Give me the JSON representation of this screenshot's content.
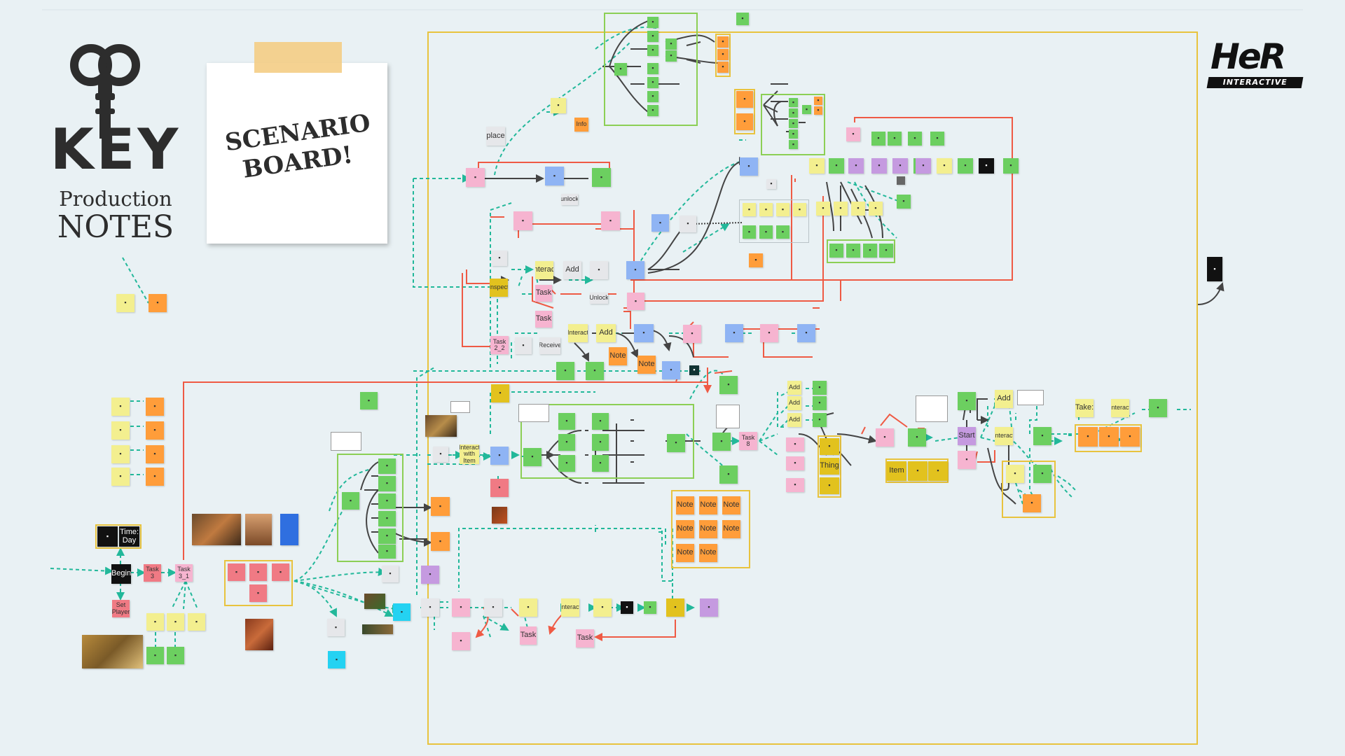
{
  "key_logo": {
    "title": "KEY",
    "line1": "Production",
    "line2": "NOTES"
  },
  "sticky_note": {
    "line1": "SCENARIO",
    "line2": "BOARD!"
  },
  "brand_logo": {
    "name": "HeR",
    "tagline": "INTERACTIVE"
  },
  "colors": {
    "background": "#e9f1f4",
    "frame": "#e8c33e",
    "dashed_connector": "#22b89a",
    "red_connector": "#ef5a44",
    "solid_connector": "#444444",
    "node_yellow": "#f3ef8f",
    "node_orange": "#ff9d3a",
    "node_green": "#6ccf60",
    "node_pink": "#f6b4d0",
    "node_purple": "#c59ae0",
    "node_blue": "#8fb4f4",
    "node_cyan": "#24d2f2"
  },
  "nodes": {
    "time_day": "Time: Day",
    "begin": "Begin",
    "task3": "Task 3",
    "task3_1": "Task 3_1",
    "set_player": "Set Player",
    "place": "place",
    "info": "Info",
    "unlock_1": "unlock",
    "unlock_2": "Unlock",
    "interact_1": "Interact",
    "add_1": "Add",
    "inspect": "Inspect",
    "task_a": "Task",
    "task_b": "Task",
    "task_2_2": "Task 2_2",
    "receive": "Receive",
    "interact_2": "Interact",
    "add_2": "Add",
    "note_1": "Note",
    "note_2": "Note",
    "interact_with_item": "Interact with Item",
    "task_8": "Task 8",
    "add_3": "Add",
    "add_4": "Add",
    "add_5": "Add",
    "thing": "Thing",
    "item": "Item",
    "start": "Start",
    "interact_3": "Interact",
    "add_6": "Add",
    "take": "Take:",
    "interact_4": "Interact",
    "task_c": "Task",
    "task_d": "Task",
    "interact_5": "Interact",
    "note_grid": [
      "Note",
      "Note",
      "Note",
      "Note",
      "Note",
      "Note",
      "Note",
      "Note"
    ]
  }
}
